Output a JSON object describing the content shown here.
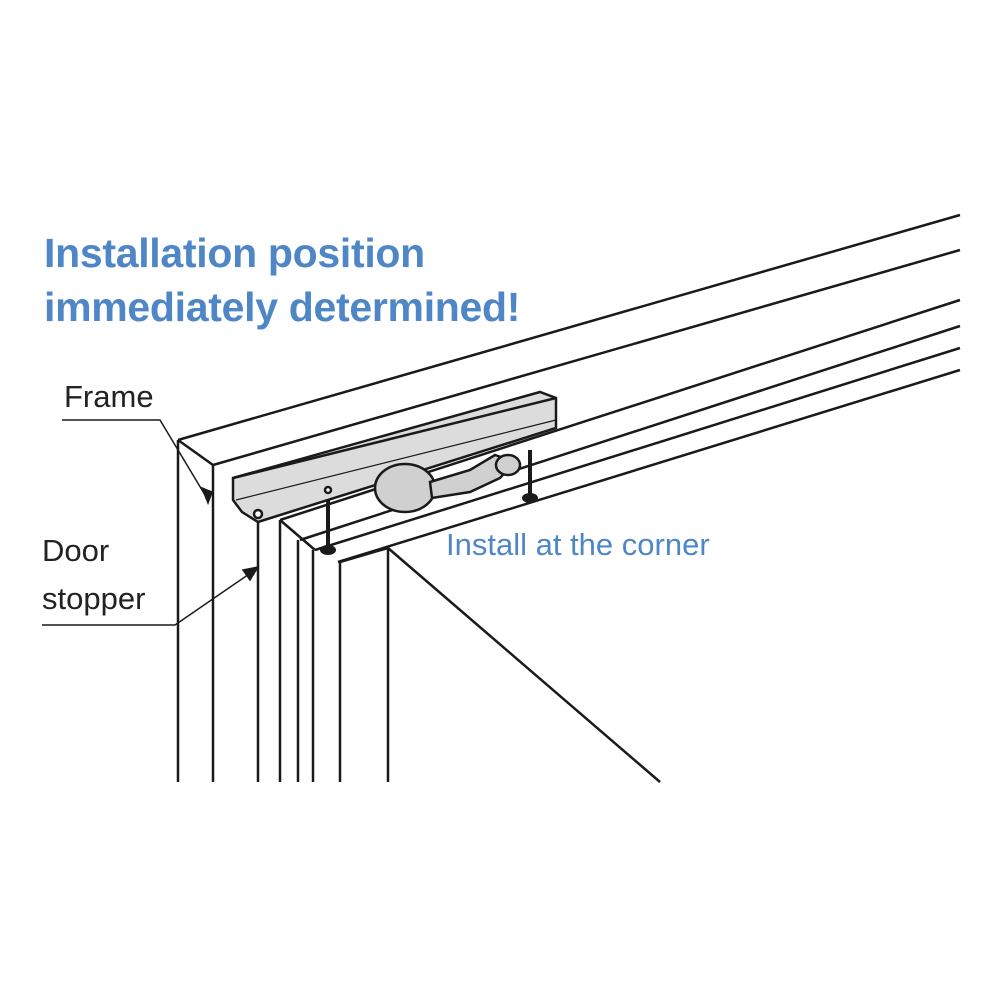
{
  "title": {
    "line1": "Installation position",
    "line2": "immediately determined!"
  },
  "labels": {
    "frame": "Frame",
    "door_stopper_1": "Door",
    "door_stopper_2": "stopper"
  },
  "note": "Install at the corner",
  "colors": {
    "accent": "#4f86c6",
    "line": "#1a1a1a",
    "device": "#dcdcdc"
  }
}
